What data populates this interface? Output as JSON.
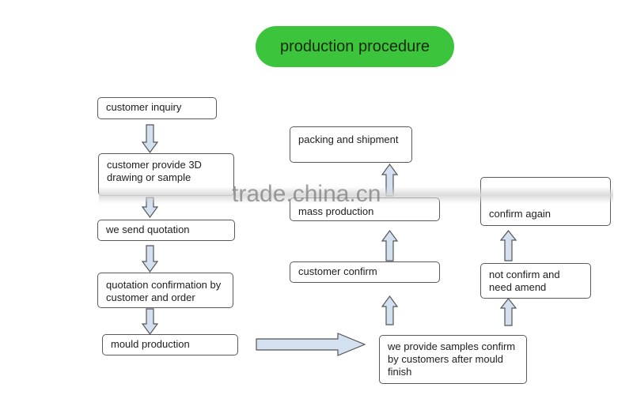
{
  "title": "production procedure",
  "colors": {
    "title_fill": "#3cc43c",
    "arrow_fill": "#d3e0f0",
    "arrow_stroke": "#555555",
    "box_border": "#5a5a5a"
  },
  "watermark": "trade.china.cn",
  "nodes": {
    "customer_inquiry": "customer inquiry",
    "provide_3d": "customer provide 3D drawing or sample",
    "send_quotation": "we send quotation",
    "quotation_confirmation": "quotation confirmation by customer and order",
    "mould_production": "mould production",
    "provide_samples": "we provide samples confirm by customers after mould finish",
    "customer_confirm": "customer confirm",
    "mass_production": "mass production",
    "packing_shipment": "packing and shipment",
    "not_confirm": "not confirm and need amend",
    "confirm_again": "confirm again"
  },
  "arrows": [
    "down",
    "down",
    "down",
    "down",
    "right",
    "up",
    "up",
    "up",
    "up",
    "up"
  ]
}
